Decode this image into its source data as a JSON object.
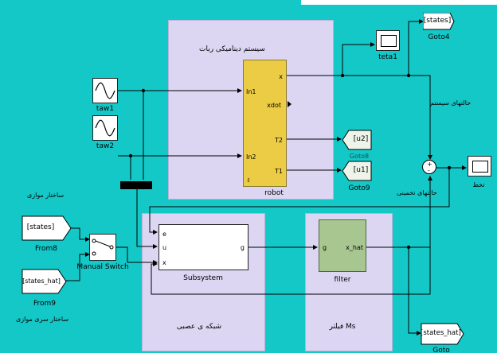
{
  "areas": {
    "robot_system": "سیستم دینامیکی ربات",
    "neural_net": "شبکه ی عصبی",
    "filter_ms": "فیلتر Ms"
  },
  "robot": {
    "name": "robot",
    "in1": "In1",
    "in2": "In2",
    "x": "x",
    "xdot": "xdot",
    "t2": "T2",
    "t1": "T1"
  },
  "sources": {
    "taw1": "taw1",
    "taw2": "taw2"
  },
  "scopes": {
    "teta1": "teta1",
    "estimate": "تخط"
  },
  "gotos": {
    "goto4_tag": "[states]",
    "goto4_name": "Goto4",
    "goto8_tag": "[u2]",
    "goto8_name": "Goto8",
    "goto9_tag": "[u1]",
    "goto9_name": "Goto9",
    "goto_bottom_tag": "[states_hat]",
    "goto_bottom_name": "Goto"
  },
  "froms": {
    "from8_tag": "[states]",
    "from8_name": "From8",
    "from9_tag": "[states_hat]",
    "from9_name": "From9"
  },
  "switch": {
    "name": "Manual Switch"
  },
  "subsystem": {
    "name": "Subsystem",
    "e": "e",
    "u": "u",
    "x": "x",
    "g": "g"
  },
  "filter": {
    "name": "filter",
    "g": "g",
    "xhat": "x_hat"
  },
  "sum": {
    "plus": "+",
    "minus": "-"
  },
  "notes": {
    "system_states": "حالتهای سیستم",
    "estimated_states": "حالتهای تخمینی",
    "parallel": "ساختار موازی",
    "series_parallel": "ساختار سری موازی"
  },
  "colors": {
    "background": "#14c8c8",
    "subsystem_area": "#dcd6f3",
    "robot_block": "#eccc44",
    "filter_block": "#a8c690",
    "goto_fill": "#eef4ea"
  }
}
